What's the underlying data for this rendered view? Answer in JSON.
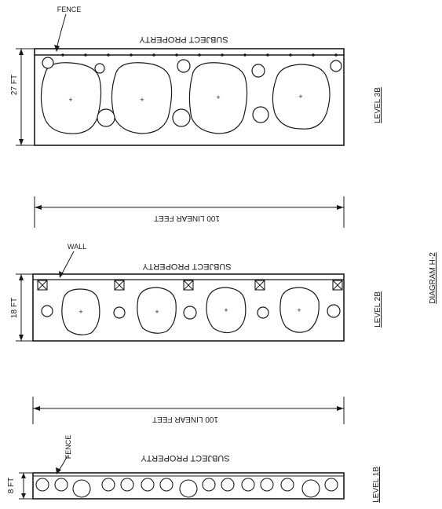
{
  "diagram_label": "DIAGRAM H-2",
  "levels": [
    {
      "level_label": "LEVEL 3B",
      "property_label": "SUBJECT PROPERTY",
      "edge_label": "FENCE",
      "depth_label": "27 FT",
      "length_label": "100 LINEAR FEET"
    },
    {
      "level_label": "LEVEL 2B",
      "property_label": "SUBJECT PROPERTY",
      "edge_label": "WALL",
      "depth_label": "18 FT",
      "length_label": "100 LINEAR FEET"
    },
    {
      "level_label": "LEVEL 1B",
      "property_label": "SUBJECT PROPERTY",
      "edge_label": "FENCE",
      "depth_label": "8 FT"
    }
  ]
}
